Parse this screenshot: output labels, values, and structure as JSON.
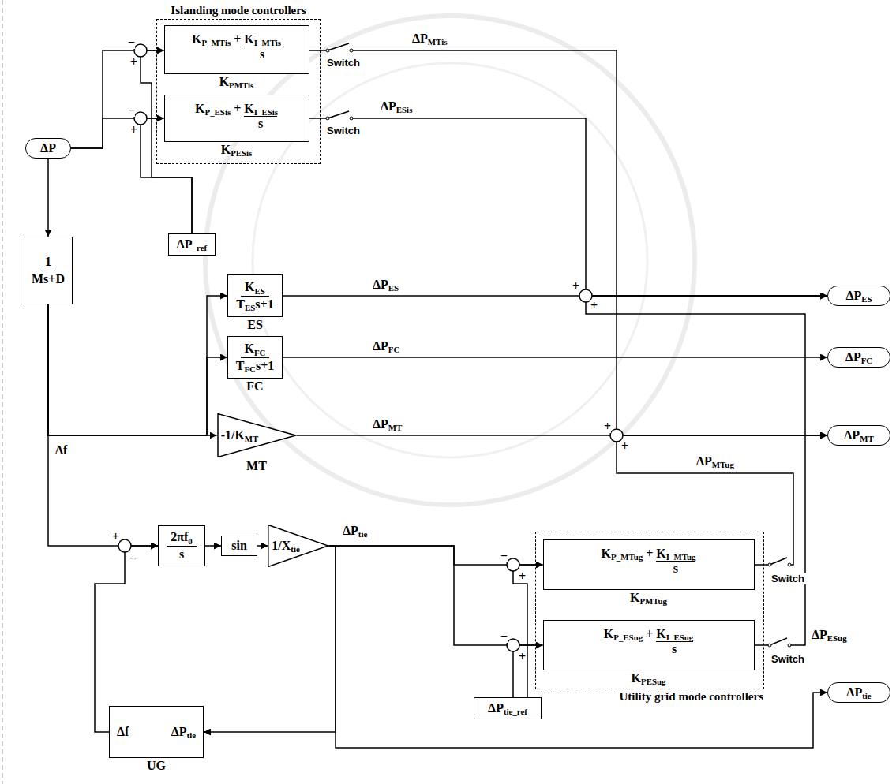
{
  "diagram": {
    "nodes": [
      {
        "text": [
          "Islanding mode controllers"
        ]
      },
      {
        "text": [
          "ΔP"
        ]
      },
      {
        "text": [
          "KP_MTis + KI_MTis",
          "s",
          "KPMTis"
        ],
        "in": 0
      },
      {
        "text": [
          "KP_ESis + KI_ESis",
          "s",
          "KPESis"
        ],
        "in": 0
      },
      {
        "text": [
          "ΔP_ref"
        ]
      },
      {
        "text": [
          "1",
          "Ms+D"
        ]
      },
      {
        "text": [
          "KES",
          "TESs+1",
          "ES"
        ]
      },
      {
        "text": [
          "KFC",
          "TFCs+1",
          "FC"
        ]
      },
      {
        "text": [
          "-1/KMT",
          "MT"
        ]
      },
      {
        "text": [
          "ΔPES"
        ]
      },
      {
        "text": [
          "ΔPFC"
        ]
      },
      {
        "text": [
          "ΔPMT"
        ]
      },
      {
        "text": [
          "2πf0",
          "s"
        ]
      },
      {
        "text": [
          "sin"
        ]
      },
      {
        "text": [
          "1/Xtie"
        ]
      },
      {
        "text": [
          "Utility grid mode controllers"
        ]
      },
      {
        "text": [
          "KP_MTug + KI_MTug",
          "s",
          "KPMTug"
        ],
        "in": 15
      },
      {
        "text": [
          "KP_ESug + KI_ESug",
          "s",
          "KPESug"
        ],
        "in": 15
      },
      {
        "text": [
          "ΔPtie_ref"
        ]
      },
      {
        "text": [
          "Δf",
          "ΔPtie",
          "UG"
        ]
      },
      {
        "text": [
          "ΔPtie"
        ]
      }
    ],
    "edges": [
      {
        "from": 1,
        "to": 2,
        "arrow": "to"
      },
      {
        "from": 1,
        "to": 3,
        "arrow": "to"
      },
      {
        "from": 4,
        "to": 2,
        "arrow": "to"
      },
      {
        "from": 4,
        "to": 3,
        "arrow": "to"
      },
      {
        "from": 1,
        "to": 5,
        "arrow": "to"
      },
      {
        "from": 5,
        "to": 6,
        "arrow": "to"
      },
      {
        "from": 5,
        "to": 7,
        "arrow": "to"
      },
      {
        "from": 5,
        "to": 8,
        "arrow": "to"
      },
      {
        "from": 5,
        "to": 12,
        "label": "Δf",
        "arrow": "to"
      },
      {
        "from": 19,
        "to": 12,
        "arrow": "to"
      },
      {
        "from": 12,
        "to": 13,
        "arrow": "to"
      },
      {
        "from": 13,
        "to": 14,
        "arrow": "to"
      },
      {
        "from": 14,
        "to": 16,
        "arrow": "to"
      },
      {
        "from": 14,
        "to": 17,
        "arrow": "to"
      },
      {
        "from": 18,
        "to": 16,
        "arrow": "to"
      },
      {
        "from": 18,
        "to": 17,
        "arrow": "to"
      },
      {
        "from": 14,
        "to": 19,
        "arrow": "to"
      },
      {
        "from": 14,
        "to": 20,
        "label": "ΔPtie",
        "arrow": "to"
      },
      {
        "from": 2,
        "to": 11,
        "label": "ΔPMTis",
        "arrow": "to"
      },
      {
        "from": 3,
        "to": 9,
        "label": "ΔPESis",
        "arrow": "to"
      },
      {
        "from": 6,
        "to": 9,
        "label": "ΔPES",
        "arrow": "to"
      },
      {
        "from": 7,
        "to": 10,
        "label": "ΔPFC",
        "arrow": "to"
      },
      {
        "from": 8,
        "to": 11,
        "label": "ΔPMT",
        "arrow": "to"
      },
      {
        "from": 16,
        "to": 11,
        "label": "ΔPMTug",
        "arrow": "to"
      },
      {
        "from": 17,
        "to": 9,
        "label": "ΔPESug",
        "arrow": "to"
      }
    ],
    "labels": [
      "Switch",
      "Switch",
      "Switch",
      "Switch",
      "−",
      "+",
      "−",
      "+",
      "+",
      "+",
      "+",
      "+",
      "+",
      "−",
      "−",
      "+",
      "−",
      "+"
    ]
  }
}
